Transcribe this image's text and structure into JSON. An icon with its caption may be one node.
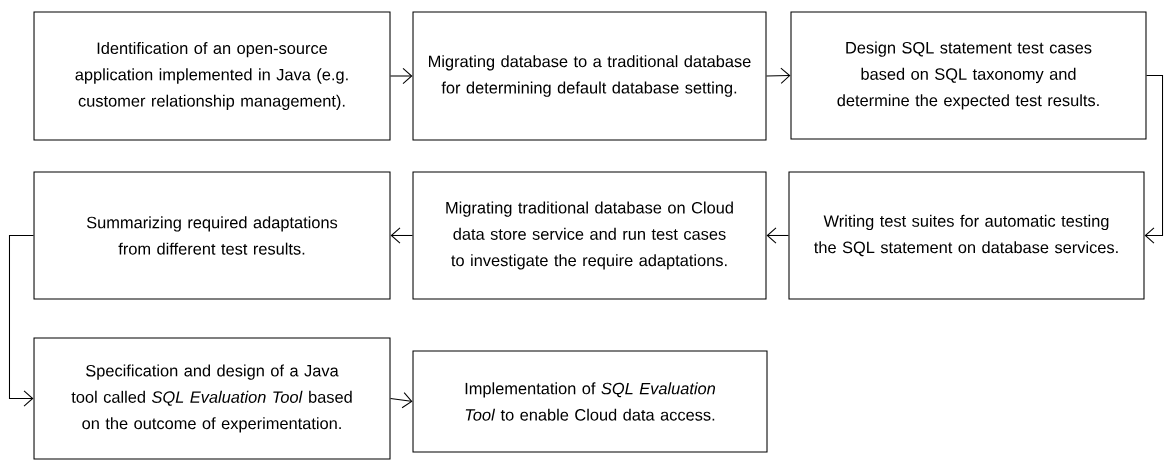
{
  "diagram": {
    "nodes": [
      {
        "text": [
          "Identification of an open-source application implemented in Java (e.g. customer relationship management)."
        ]
      },
      {
        "text": [
          "Migrating database to a traditional database for determining default database setting."
        ]
      },
      {
        "text": [
          "Design SQL statement test cases based on SQL taxonomy and determine the expected test results."
        ]
      },
      {
        "text": [
          "Writing test suites for automatic testing the SQL statement on database services."
        ]
      },
      {
        "text": [
          "Migrating traditional database on Cloud data store service and run test cases to investigate the require adaptations."
        ]
      },
      {
        "text": [
          "Summarizing required adaptations from different test results."
        ]
      },
      {
        "text": [
          "Specification and design of a Java tool called *SQL Evaluation Tool* based on the outcome of experimentation."
        ]
      },
      {
        "text": [
          "Implementation of *SQL Evaluation Tool* to enable Cloud data access."
        ]
      }
    ],
    "edges": [
      {
        "from": 0,
        "to": 1,
        "arrow": "to"
      },
      {
        "from": 1,
        "to": 2,
        "arrow": "to"
      },
      {
        "from": 2,
        "to": 3,
        "arrow": "to"
      },
      {
        "from": 3,
        "to": 4,
        "arrow": "to"
      },
      {
        "from": 4,
        "to": 5,
        "arrow": "to"
      },
      {
        "from": 5,
        "to": 6,
        "arrow": "to"
      },
      {
        "from": 6,
        "to": 7,
        "arrow": "to"
      }
    ]
  }
}
